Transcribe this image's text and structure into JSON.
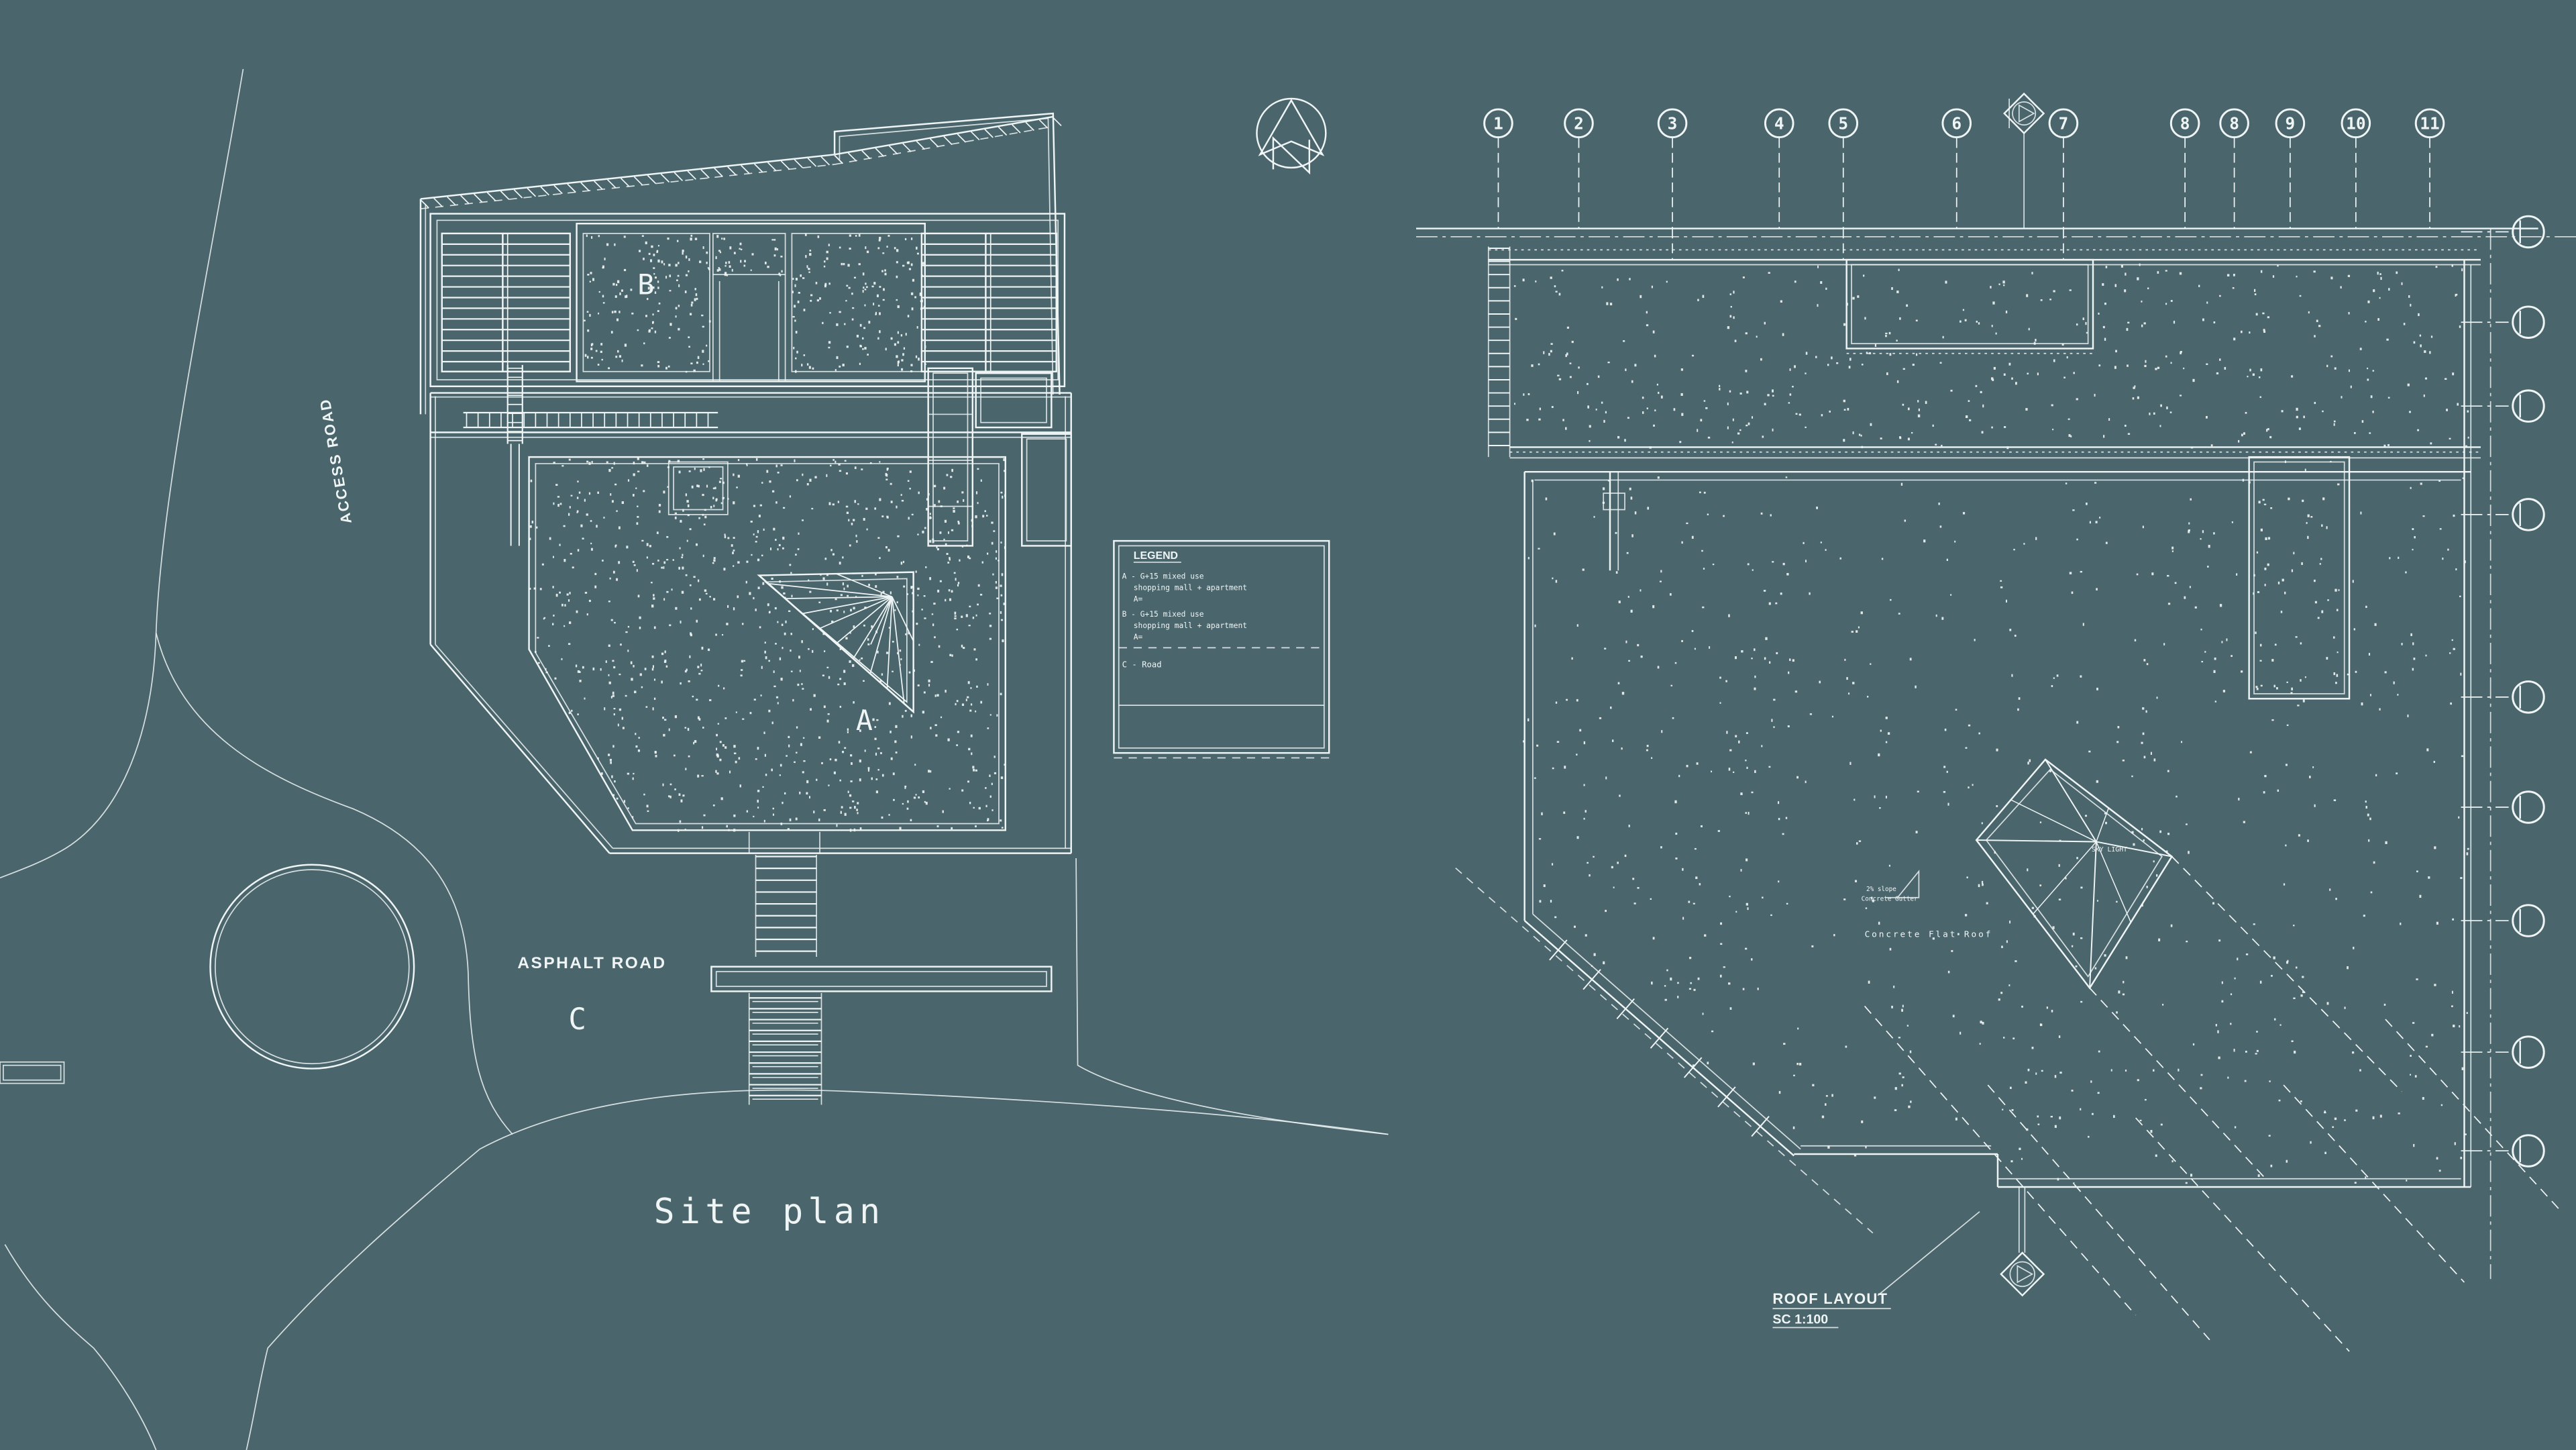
{
  "canvas": {
    "background": "#4a656c",
    "line_color": "#eff5f5"
  },
  "site_plan": {
    "title": "Site plan",
    "building_a_label": "A",
    "building_b_label": "B",
    "road_c_label": "C",
    "asphalt_road_label": "ASPHALT ROAD",
    "access_road_label": "ACCESS ROAD",
    "north_label": "N",
    "legend": {
      "title": "LEGEND",
      "item_a_line1": "A - G+15 mixed use",
      "item_a_line2": "shopping mall + apartment",
      "item_a_line3": "A=",
      "item_b_line1": "B - G+15 mixed use",
      "item_b_line2": "shopping mall + apartment",
      "item_b_line3": "A=",
      "item_c_line1": "C - Road"
    }
  },
  "roof_plan": {
    "title": "ROOF LAYOUT",
    "scale": "SC 1:100",
    "sky_light_label": "SKY LIGHT",
    "flat_roof_label": "Concrete  Flat  Roof",
    "slope_label_line1": "2% slope",
    "slope_label_line2": "Concrete Gutter",
    "grid_bubbles": [
      "1",
      "2",
      "3",
      "4",
      "5",
      "6",
      "7",
      "8",
      "8",
      "9",
      "10",
      "11"
    ]
  }
}
